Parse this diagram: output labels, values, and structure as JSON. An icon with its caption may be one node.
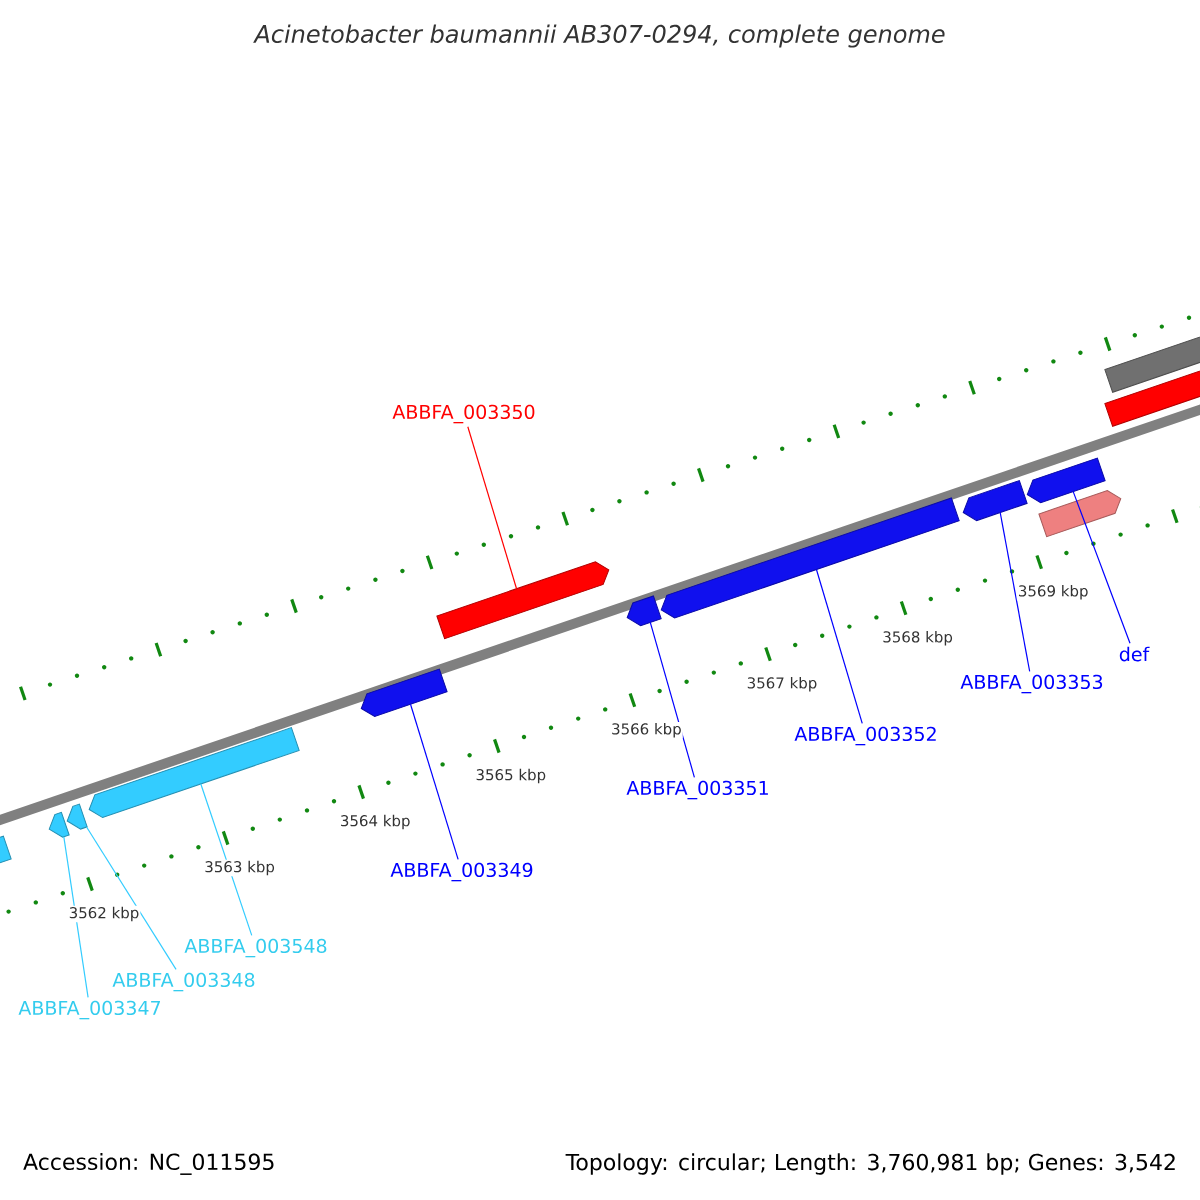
{
  "diagram": {
    "title": "Acinetobacter baumannii AB307-0294, complete genome",
    "nodes": [
      {
        "text": [
          "ABBFA_003350"
        ]
      },
      {
        "text": [],
        "shape": "bar"
      },
      {
        "text": [
          "def"
        ]
      },
      {
        "text": [],
        "shape": "bar"
      },
      {
        "text": [
          "ABBFA_003353"
        ]
      },
      {
        "text": [],
        "shape": "bar"
      },
      {
        "text": [
          "ABBFA_003352"
        ]
      },
      {
        "text": [],
        "shape": "bar"
      },
      {
        "text": [
          "ABBFA_003351"
        ]
      },
      {
        "text": [],
        "shape": "bar"
      },
      {
        "text": [
          "ABBFA_003349"
        ]
      },
      {
        "text": [],
        "shape": "bar"
      },
      {
        "text": [
          "ABBFA_003548"
        ]
      },
      {
        "text": [],
        "shape": "bar"
      },
      {
        "text": [
          "ABBFA_003348"
        ]
      },
      {
        "text": [],
        "shape": "bar"
      },
      {
        "text": [
          "ABBFA_003347"
        ]
      },
      {
        "text": [],
        "shape": "bar"
      }
    ],
    "edges": [
      {
        "from": 0,
        "to": 1,
        "arrow": "none",
        "color": "#ff0000"
      },
      {
        "from": 2,
        "to": 3,
        "arrow": "none"
      },
      {
        "from": 4,
        "to": 5,
        "arrow": "none"
      },
      {
        "from": 6,
        "to": 7,
        "arrow": "none"
      },
      {
        "from": 8,
        "to": 9,
        "arrow": "none"
      },
      {
        "from": 10,
        "to": 11,
        "arrow": "none"
      },
      {
        "from": 12,
        "to": 13,
        "arrow": "none",
        "color": "#33ccff"
      },
      {
        "from": 14,
        "to": 15,
        "arrow": "none",
        "color": "#33ccff"
      },
      {
        "from": 16,
        "to": 17,
        "arrow": "none",
        "color": "#33ccff"
      }
    ],
    "labels": [
      "3562 kbp",
      "3563 kbp",
      "3564 kbp",
      "3565 kbp",
      "3566 kbp",
      "3567 kbp",
      "3568 kbp",
      "3569 kbp",
      "Accession: NC_011595",
      "Topology: circular; Length: 3,760,981 bp; Genes: 3,542"
    ]
  }
}
